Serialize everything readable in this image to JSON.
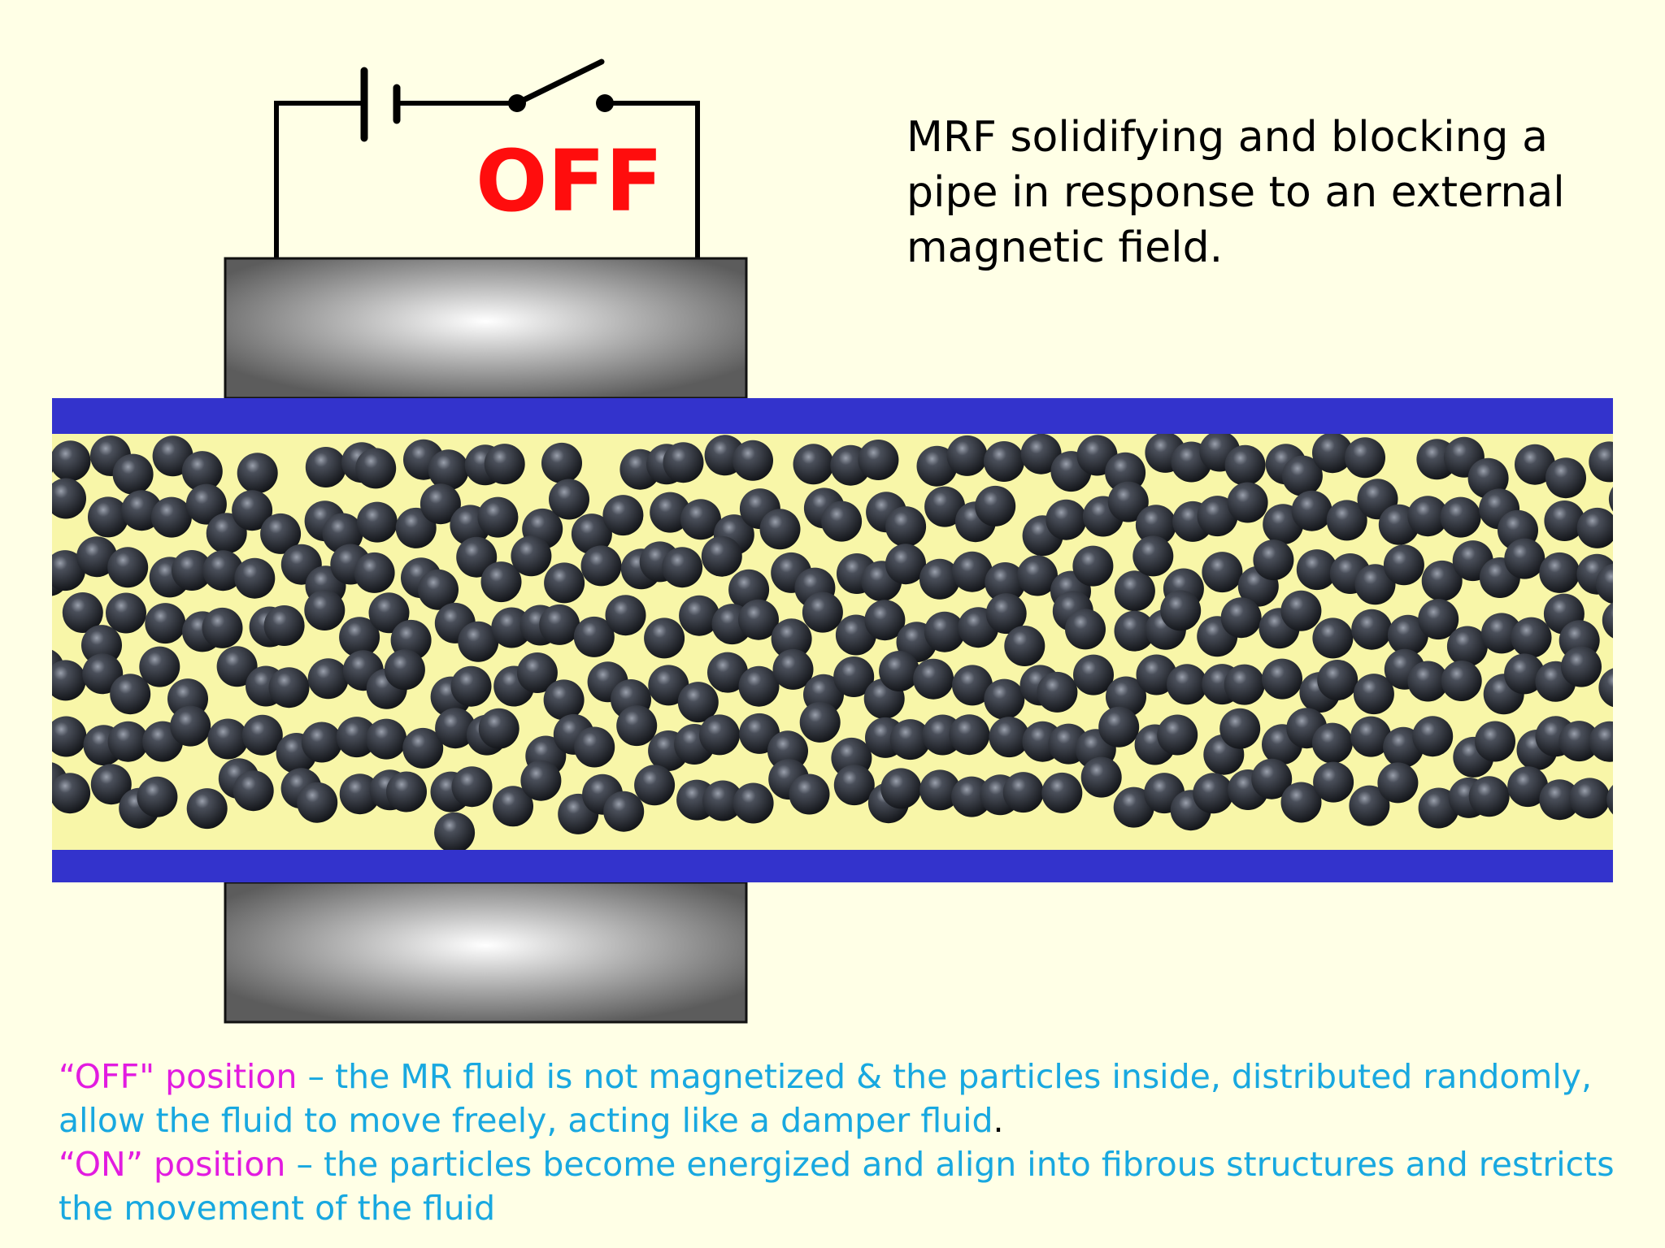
{
  "title": "MRF solidifying and blocking a pipe in response to an external magnetic field.",
  "switch_state_label": "OFF",
  "colors": {
    "background": "#ffffe6",
    "pipe_wall": "#3333cc",
    "fluid": "#f8f6a8",
    "particle": "#2e3138",
    "magnet": "#6e6e6e",
    "state_label": "#ff0d0d",
    "caption_key": "#e21be0",
    "caption_text": "#18a8e0"
  },
  "caption": {
    "off": {
      "key": "“OFF\" position",
      "dash": " – ",
      "text": "the MR fluid is not magnetized & the particles inside, distributed randomly, allow the fluid to move freely, acting like a damper fluid",
      "end": "."
    },
    "on": {
      "key": "“ON” position",
      "dash": " – ",
      "text": "the particles become energized and align into fibrous structures and restricts the movement of the fluid"
    }
  }
}
